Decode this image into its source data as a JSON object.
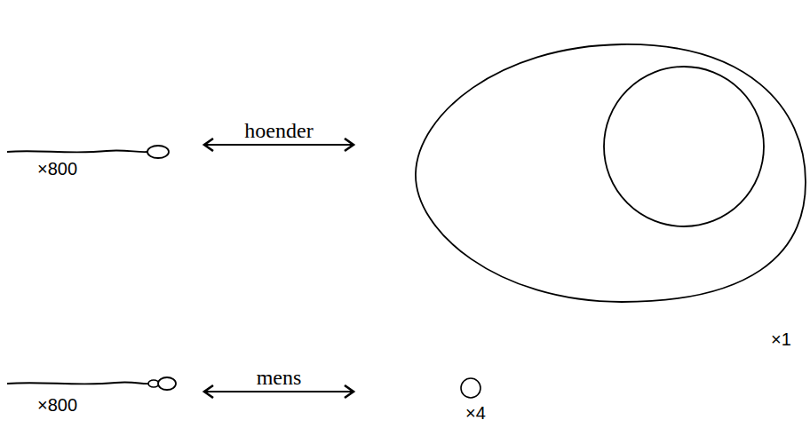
{
  "diagram": {
    "nodes": [
      {
        "text": [
          "×800"
        ]
      },
      {
        "text": [
          "×1"
        ]
      },
      {
        "text": [
          "×800"
        ]
      },
      {
        "text": [
          "×4"
        ]
      }
    ],
    "edges": [
      {
        "from": 0,
        "to": 1,
        "label": "hoender",
        "arrow": "both"
      },
      {
        "from": 2,
        "to": 3,
        "label": "mens",
        "arrow": "both"
      }
    ]
  }
}
